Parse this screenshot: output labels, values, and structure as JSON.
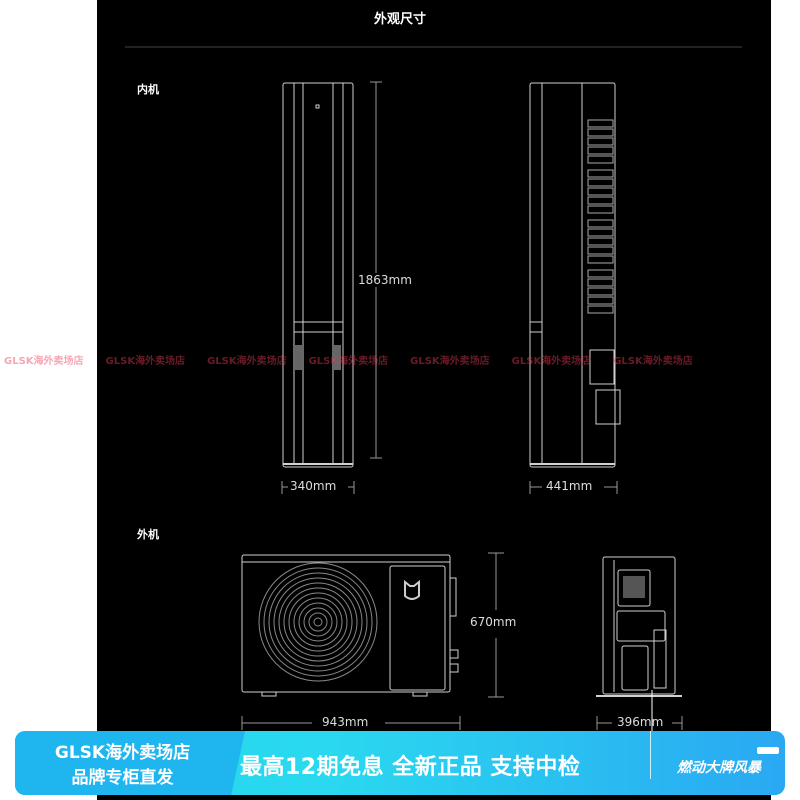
{
  "header": {
    "title": "外观尺寸"
  },
  "indoor": {
    "label": "内机",
    "height": "1863mm",
    "front_width": "340mm",
    "side_depth": "441mm"
  },
  "outdoor": {
    "label": "外机",
    "height": "670mm",
    "width": "943mm",
    "depth": "396mm"
  },
  "watermark": {
    "text": "GLSK海外卖场店",
    "repeat": 7
  },
  "banner": {
    "store_name": "GLSK海外卖场店",
    "store_tagline": "品牌专柜直发",
    "promo": "最高12期免息  全新正品  支持中检",
    "campaign": "燃动大牌风暴"
  },
  "colors": {
    "background": "#000000",
    "line": "#d8d8d8",
    "banner_left": "#1fb6ef",
    "banner_right": "#2aa8f2"
  }
}
